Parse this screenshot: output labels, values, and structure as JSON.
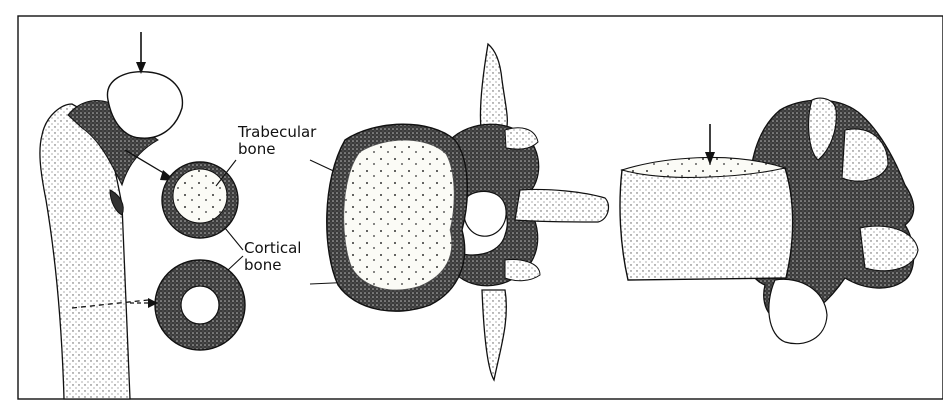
{
  "labels": {
    "trabecular_line1": "Trabecular",
    "trabecular_line2": "bone",
    "cortical_line1": "Cortical",
    "cortical_line2": "bone"
  },
  "colors": {
    "ink": "#111111",
    "paper": "#ffffff",
    "shade": "#2a2a2a"
  }
}
